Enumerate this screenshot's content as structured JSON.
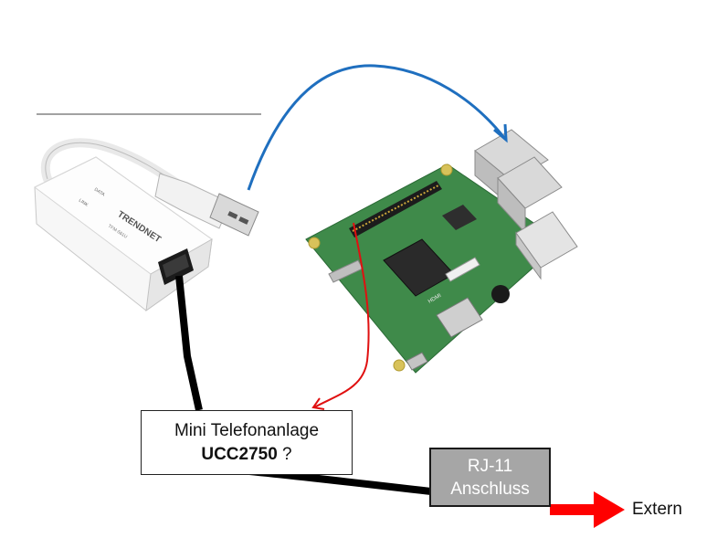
{
  "pbx": {
    "line1": "Mini Telefonanlage",
    "model": "UCC2750",
    "question": " ?"
  },
  "rj11": {
    "line1": "RJ-11",
    "line2": "Anschluss"
  },
  "extern": "Extern",
  "modem": {
    "brand": "TRENDNET",
    "model": "TFM-561U",
    "led_data": "DATA",
    "led_link": "LINK"
  },
  "board": {
    "hdmi": "HDMI"
  },
  "colors": {
    "usb_link": "#1f6fbf",
    "gpio_link": "#e01010",
    "cable": "#000000",
    "arrow": "#ff0000",
    "rj11_fill": "#a6a6a6",
    "pcb": "#3f8a4a"
  }
}
